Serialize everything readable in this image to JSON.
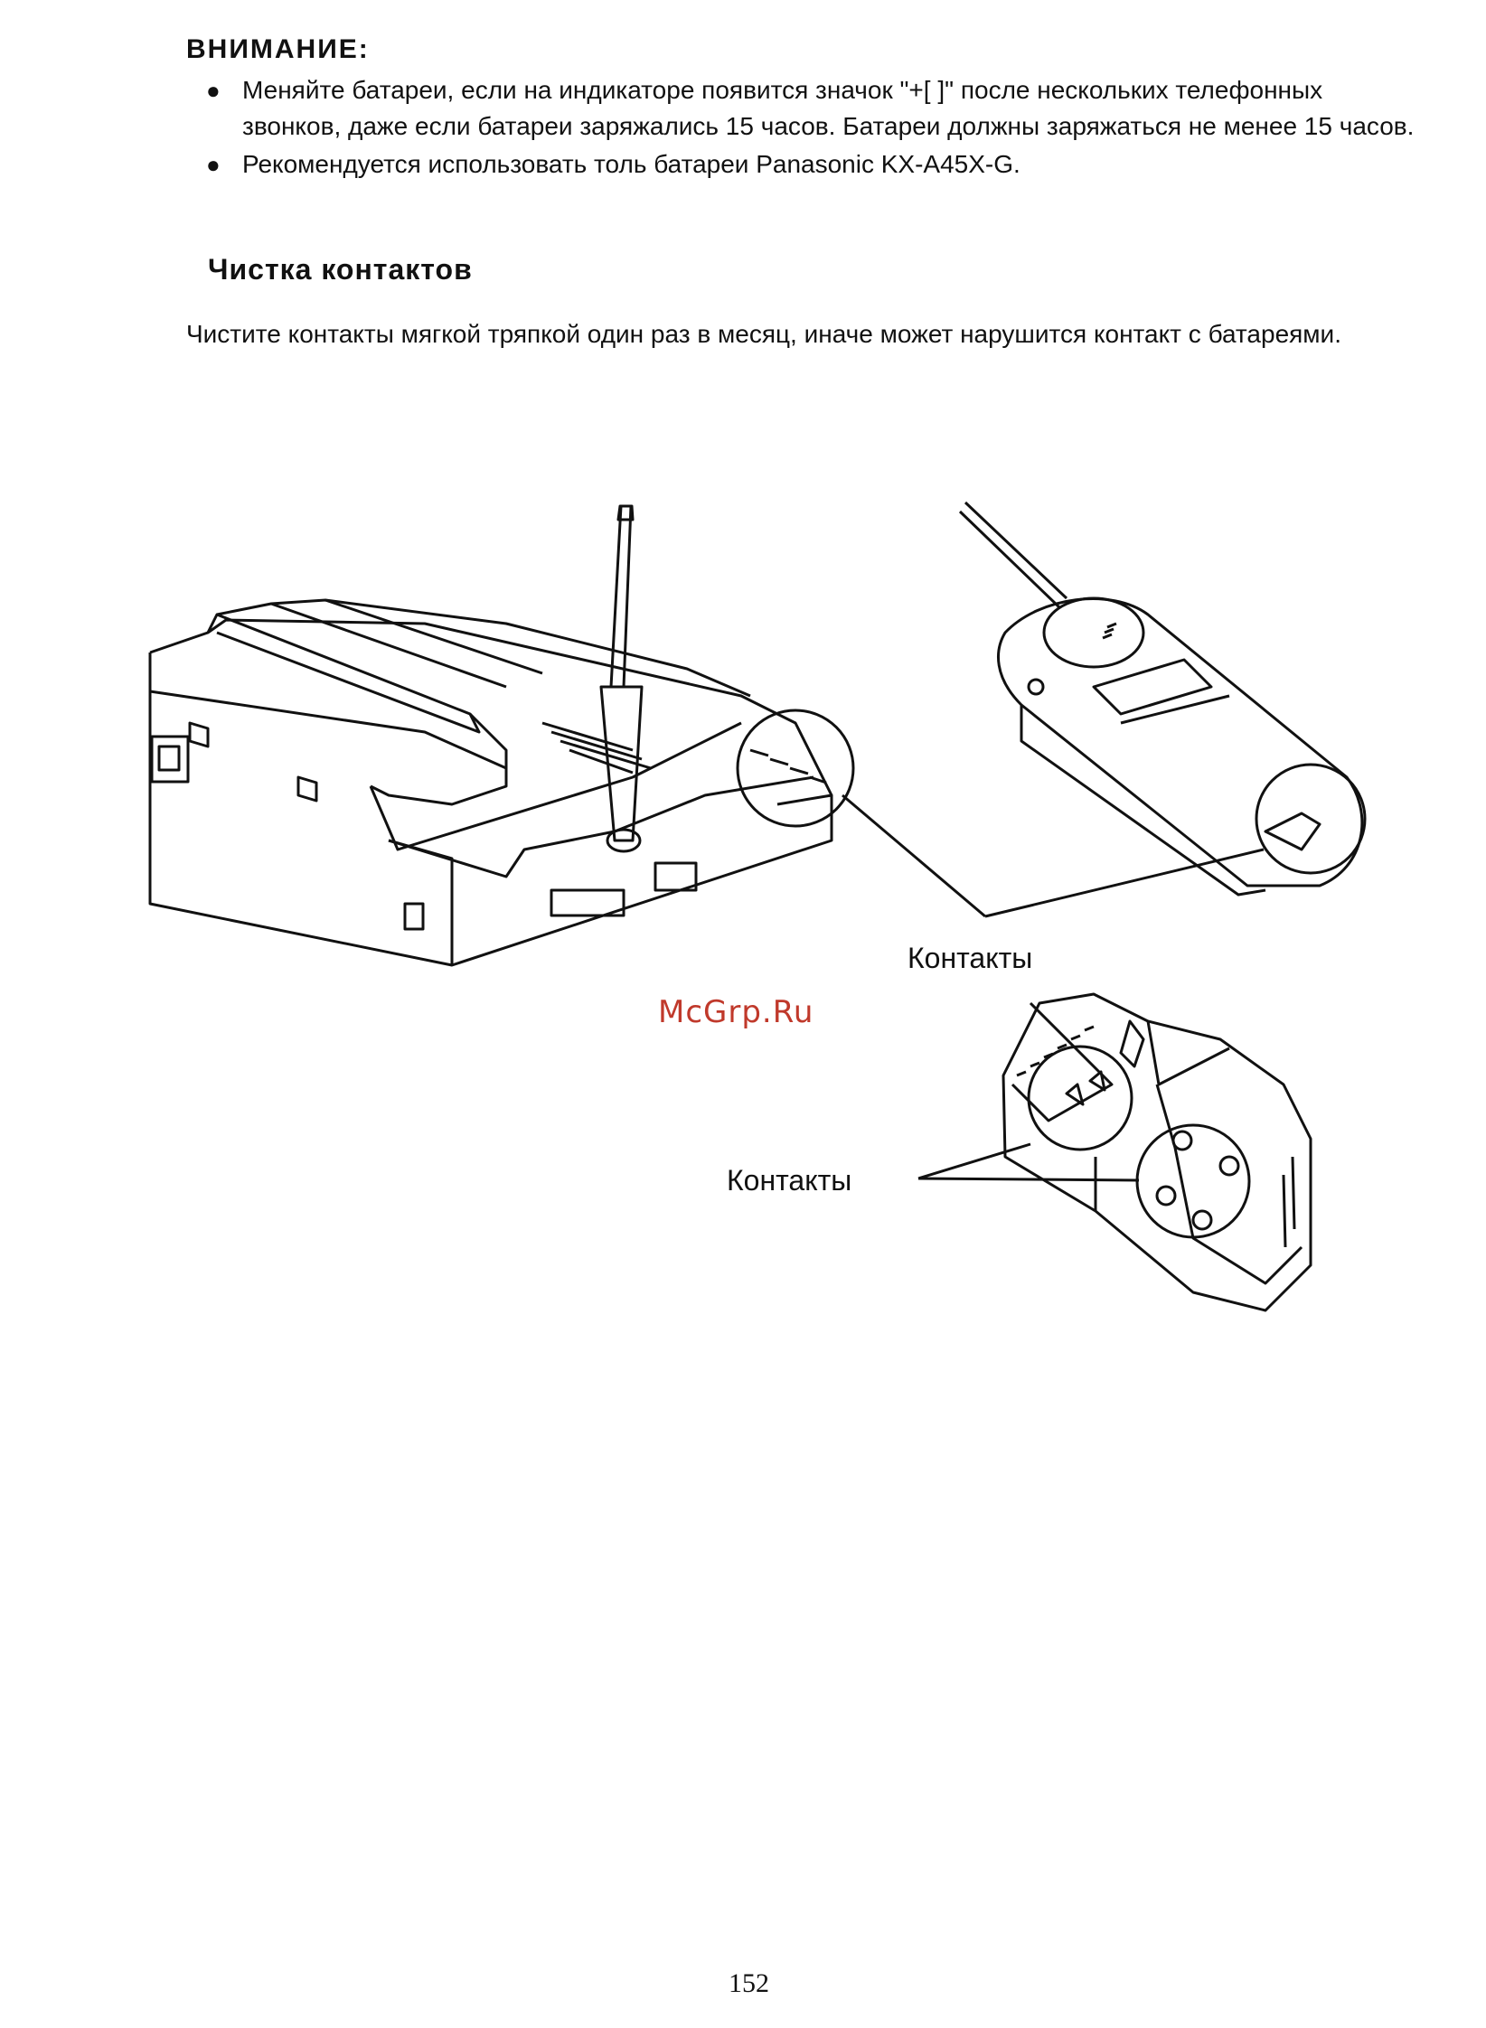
{
  "warning": {
    "title": "ВНИМАНИЕ:",
    "items": [
      "Меняйте батареи, если на индикаторе появится значок \"+[ ]\" после нескольких телефонных звонков, даже если батареи заряжались 15 часов. Батареи должны заряжаться не менее 15 часов.",
      "Рекомендуется использовать толь батареи Panasonic KX-A45X-G."
    ]
  },
  "section": {
    "title": "Чистка контактов",
    "text": "Чистите контакты мягкой тряпкой один раз в месяц, иначе может нарушится контакт с батареями."
  },
  "figure": {
    "label_top": "Контакты",
    "label_bottom": "Контакты"
  },
  "watermark": "McGrp.Ru",
  "page_number": "152"
}
